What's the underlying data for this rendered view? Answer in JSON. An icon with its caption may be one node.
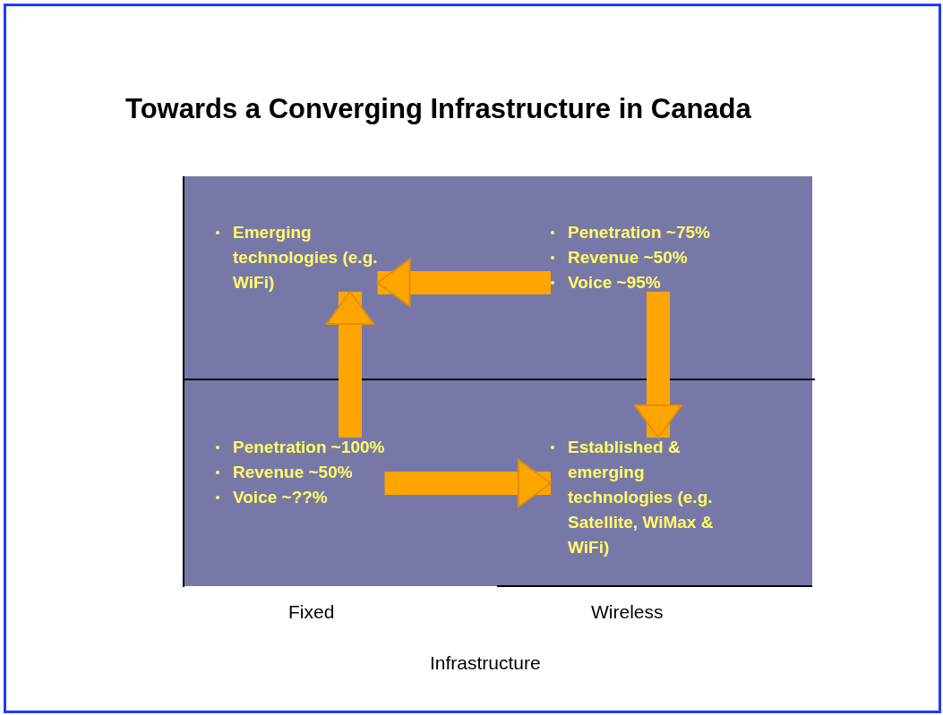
{
  "diagram": {
    "title": "Towards a Converging Infrastructure in Canada",
    "nodes": [
      {
        "text": [
          "Emerging technologies (e.g. WiFi)"
        ]
      },
      {
        "text": [
          "Penetration ~75%",
          "Revenue ~50%",
          "Voice ~95%"
        ]
      },
      {
        "text": [
          "Penetration ~100%",
          "Revenue ~50%",
          "Voice ~??%"
        ]
      },
      {
        "text": [
          "Established & emerging technologies (e.g. Satellite, WiMax & WiFi)"
        ]
      }
    ],
    "edges": [
      {
        "from": 1,
        "to": 0,
        "arrow": "to"
      },
      {
        "from": 2,
        "to": 0,
        "arrow": "to"
      },
      {
        "from": 1,
        "to": 3,
        "arrow": "to"
      },
      {
        "from": 2,
        "to": 3,
        "arrow": "to"
      }
    ],
    "labels": [
      "Fixed",
      "Wireless",
      "Infrastructure"
    ]
  }
}
